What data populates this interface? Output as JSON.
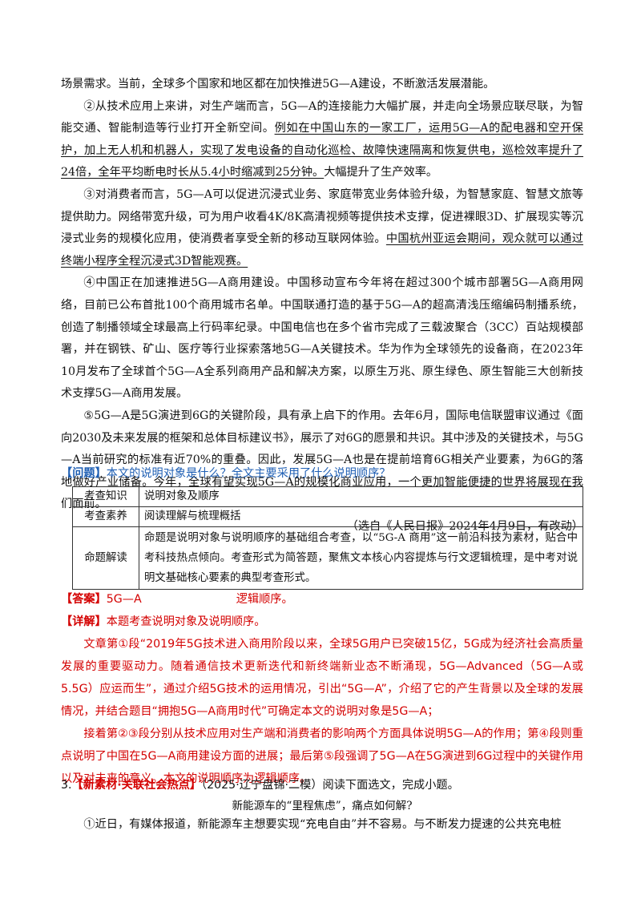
{
  "article": {
    "p_intro_tail": "场景需求。当前，全球多个国家和地区都在加快推进5G—A建设，不断激活发展潜能。",
    "p2_a": "②从技术应用上来讲，对生产端而言，5G—A的连接能力大幅扩展，并走向全场景应联尽联，为智能交通、智能制造等行业打开全新空间。",
    "p2_u": "例如在中国山东的一家工厂，运用5G—A的配电器和空开保护，加上无人机和机器人，实现了发电设备的自动化巡检、故障快速隔离和恢复供电，巡检效率提升了24倍，全年平均断电时长从5.4小时缩减到25分钟。",
    "p2_b": "大幅提升了生产效率。",
    "p3_a": "③对消费者而言，5G—A可以促进沉浸式业务、家庭带宽业务体验升级，为智慧家庭、智慧文旅等提供助力。网络带宽升级，可为用户收看4K/8K高清视频等提供技术支撑，促进裸眼3D、扩展现实等沉浸式业务的规模化应用，使消费者享受全新的移动互联网体验。",
    "p3_u": "中国杭州亚运会期间，观众就可以通过终端小程序全程沉浸式3D智能观赛。",
    "p4": "④中国正在加速推进5G—A商用建设。中国移动宣布今年将在超过300个城市部署5G—A商用网络，目前已公布首批100个商用城市名单。中国联通打造的基于5G—A的超高清浅压缩编码制播系统，创造了制播领域全球最高上行码率纪录。中国电信也在多个省市完成了三载波聚合（3CC）百站规模部署，并在钢铁、矿山、医疗等行业探索落地5G—A关键技术。华为作为全球领先的设备商，在2023年10月发布了全球首个5G—A全系列商用产品和解决方案，以原生万兆、原生绿色、原生智能三大创新技术支撑5G—A商用发展。",
    "p5": "⑤5G—A是5G演进到6G的关键阶段，具有承上启下的作用。去年6月，国际电信联盟审议通过《面向2030及未来发展的框架和总体目标建议书》，展示了对6G的愿景和共识。其中涉及的关键技术，与5G—A当前研究的标准有近70%的重叠。因此，发展5G—A也是在提前培育6G相关产业要素，为6G的落地做好产业储备。今年，全球有望实现5G—A的规模化商业应用，一个更加智能便捷的世界将展现在我们面前。",
    "source": "（选自《人民日报》2024年4月9日，有改动）"
  },
  "question": {
    "tag": "【问题】",
    "text": "本文的说明对象是什么？全文主要采用了什么说明顺序？"
  },
  "table": [
    {
      "key": "考查知识",
      "value": "说明对象及顺序"
    },
    {
      "key": "考查素养",
      "value": "阅读理解与梳理概括"
    },
    {
      "key": "命题解读",
      "value": "命题是说明对象与说明顺序的基础组合考查，以“5G-A 商用”这一前沿科技为素材，贴合中考科技热点倾向。考查形式为简答题，聚焦文本核心内容提炼与行文逻辑梳理，是中考对说明文基础核心要素的典型考查形式。"
    }
  ],
  "answer": {
    "tag": "【答案】",
    "object": "5G—A",
    "order": "逻辑顺序。"
  },
  "detail": {
    "tag": "【详解】",
    "lead": "本题考查说明对象及说明顺序。",
    "para1": "文章第①段“2019年5G技术进入商用阶段以来，全球5G用户已突破15亿，5G成为经济社会高质量发展的重要驱动力。随着通信技术更新迭代和新终端新业态不断涌现，5G—Advanced（5G—A或5.5G）应运而生”，通过介绍5G技术的运用情况，引出“5G—A”，介绍了它的产生背景以及全球的发展情况，并结合题目“拥抱5G—A商用时代”可确定本文的说明对象是5G—A；",
    "para2": "接着第②③段分别从技术应用对生产端和消费者的影响两个方面具体说明5G—A的作用；第④段则重点说明了中国在5G—A商用建设方面的进展；最后第⑤段强调了5G—A在5G演进到6G过程中的关键作用以及对未来的意义。本文的说明顺序为逻辑顺序。"
  },
  "q3": {
    "number": "3.",
    "tag": "【新素材·关联社会热点】",
    "source": "（2025·辽宁盘锦·二模）阅读下面选文，完成小题。",
    "title": "新能源车的“里程焦虑”，痛点如何解?",
    "p1": "①近日，有媒体报道，新能源车主想要实现“充电自由”并不容易。与不断发力提速的公共充电桩"
  }
}
